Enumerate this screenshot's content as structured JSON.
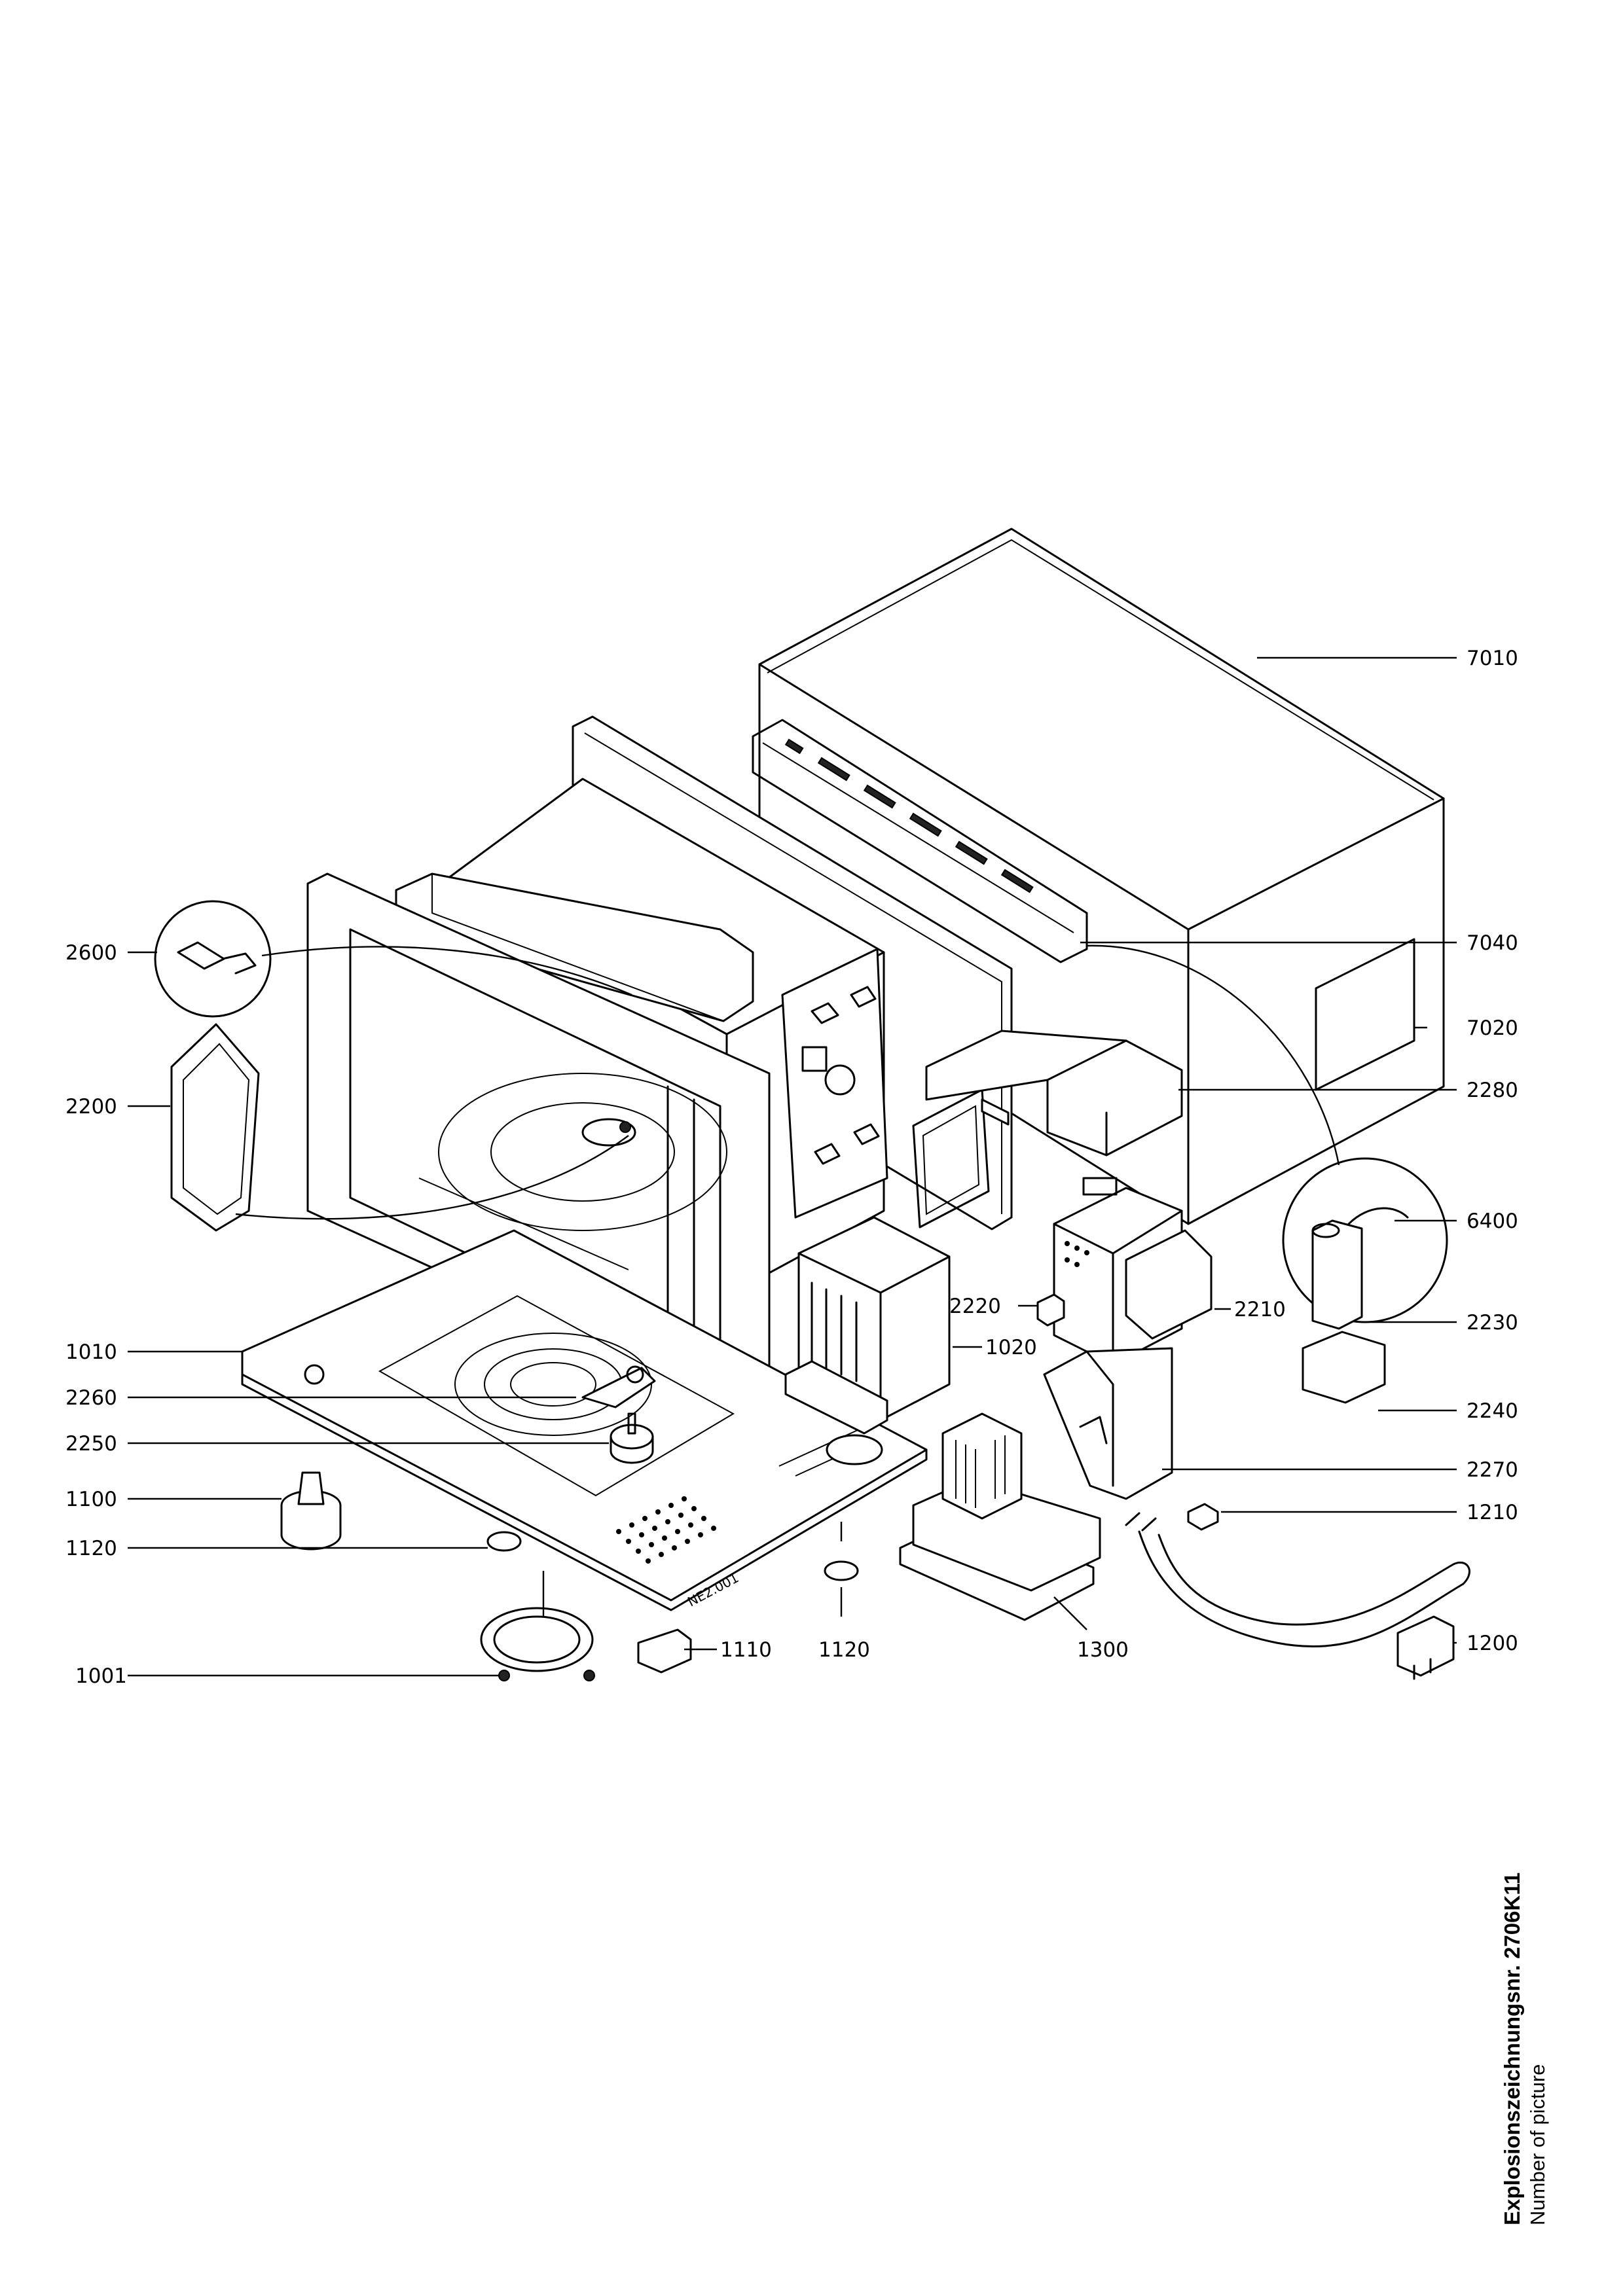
{
  "diagram": {
    "type": "exploded parts view",
    "part_labels": {
      "p7010": "7010",
      "p7040": "7040",
      "p7020": "7020",
      "p2280": "2280",
      "p6400": "6400",
      "p2230": "2230",
      "p2240": "2240",
      "p2210": "2210",
      "p2220": "2220",
      "p1020": "1020",
      "p2270": "2270",
      "p1210": "1210",
      "p1200": "1200",
      "p1300": "1300",
      "p2600": "2600",
      "p2200": "2200",
      "p1010": "1010",
      "p2260": "2260",
      "p2250": "2250",
      "p1100": "1100",
      "p1120a": "1120",
      "p1120b": "1120",
      "p1110": "1110",
      "p1001": "1001"
    },
    "embossed_mark": "NE2.001"
  },
  "caption": {
    "line1": "Explosionszeichnungsnr. 2706K11",
    "line2": "Number of picture"
  }
}
